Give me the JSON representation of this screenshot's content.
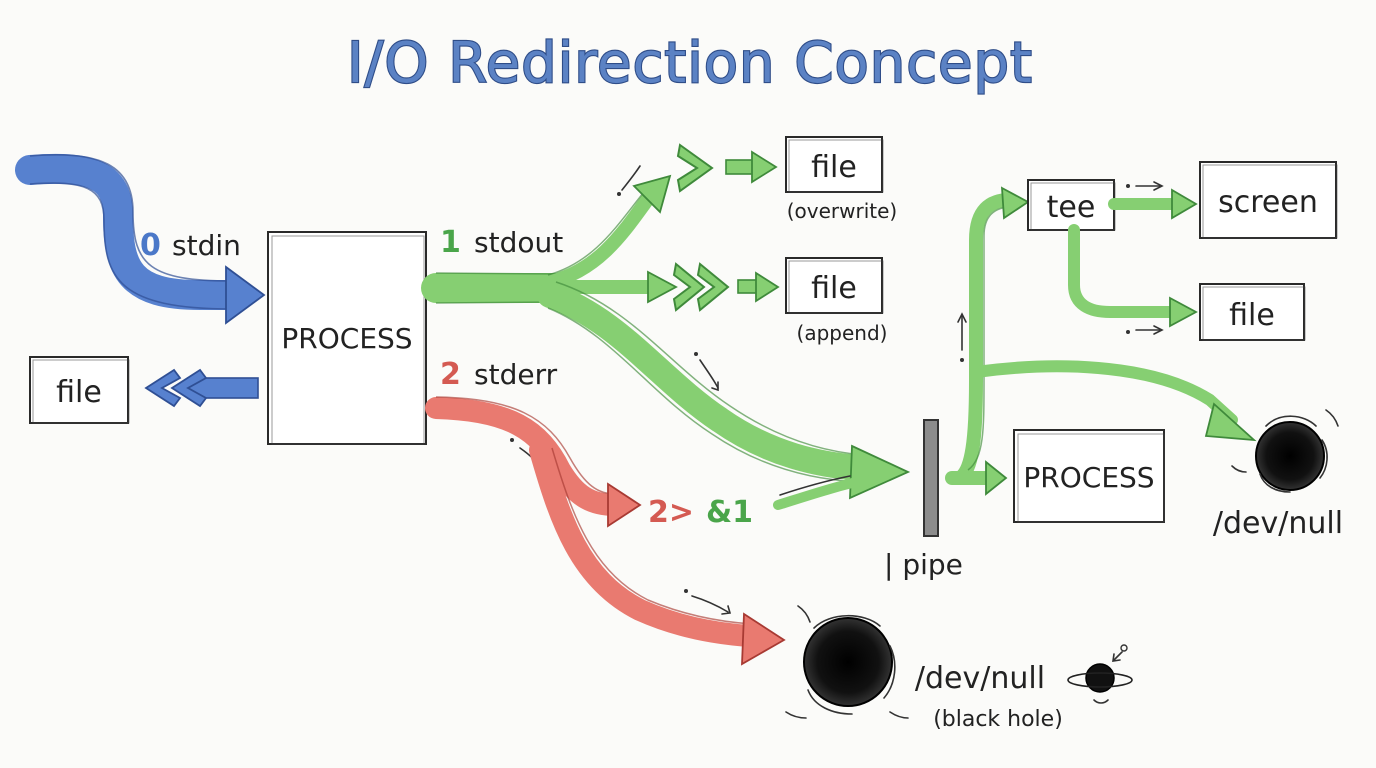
{
  "title": "I/O Redirection Concept",
  "streams": {
    "stdin": {
      "number": "0",
      "name": "stdin"
    },
    "stdout": {
      "number": "1",
      "name": "stdout"
    },
    "stderr": {
      "number": "2",
      "name": "stderr"
    }
  },
  "main_process": "PROCESS",
  "input_file": "file",
  "operators": {
    "overwrite": ">",
    "append": ">>",
    "stderr_to_stdout": "2>&1"
  },
  "outputs": {
    "overwrite_file": "file",
    "overwrite_note": "(overwrite)",
    "append_file": "file",
    "append_note": "(append)"
  },
  "pipe": {
    "label": "| pipe"
  },
  "tee": {
    "label": "tee",
    "screen": "screen",
    "file": "file"
  },
  "downstream_process": "PROCESS",
  "devnull_right": "/dev/null",
  "devnull_bottom": {
    "label": "/dev/null",
    "note": "(black hole)"
  },
  "colors": {
    "stdin": "#5781cf",
    "stdout": "#86cf72",
    "stderr": "#e97a70",
    "title": "#5b82c4"
  }
}
